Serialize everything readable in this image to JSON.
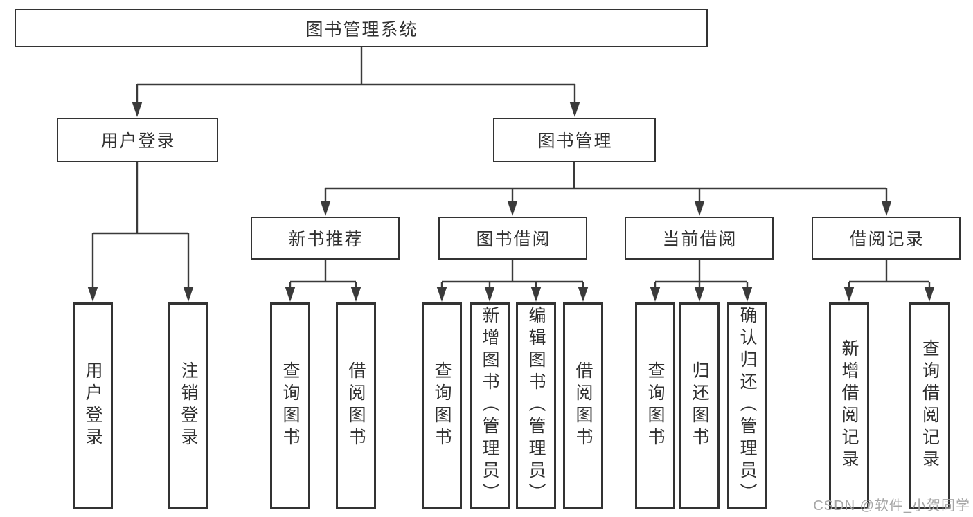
{
  "nodes": {
    "root": "图书管理系统",
    "level2": [
      "用户登录",
      "图书管理"
    ],
    "level3": [
      "新书推荐",
      "图书借阅",
      "当前借阅",
      "借阅记录"
    ],
    "leaves": {
      "user_login": [
        "用户登录",
        "注销登录"
      ],
      "new_book_recommend": [
        "查询图书",
        "借阅图书"
      ],
      "book_borrow": [
        "查询图书",
        "新增图书（管理员）",
        "编辑图书（管理员）",
        "借阅图书"
      ],
      "current_borrow": [
        "查询图书",
        "归还图书",
        "确认归还（管理员）"
      ],
      "borrow_record": [
        "新增借阅记录",
        "查询借阅记录"
      ]
    }
  },
  "watermark": "CSDN @软件_小贺同学",
  "colors": {
    "line": "#3a3a3a",
    "border": "#333333",
    "text": "#303030",
    "watermark": "#a6a6a6",
    "background": "#ffffff"
  }
}
